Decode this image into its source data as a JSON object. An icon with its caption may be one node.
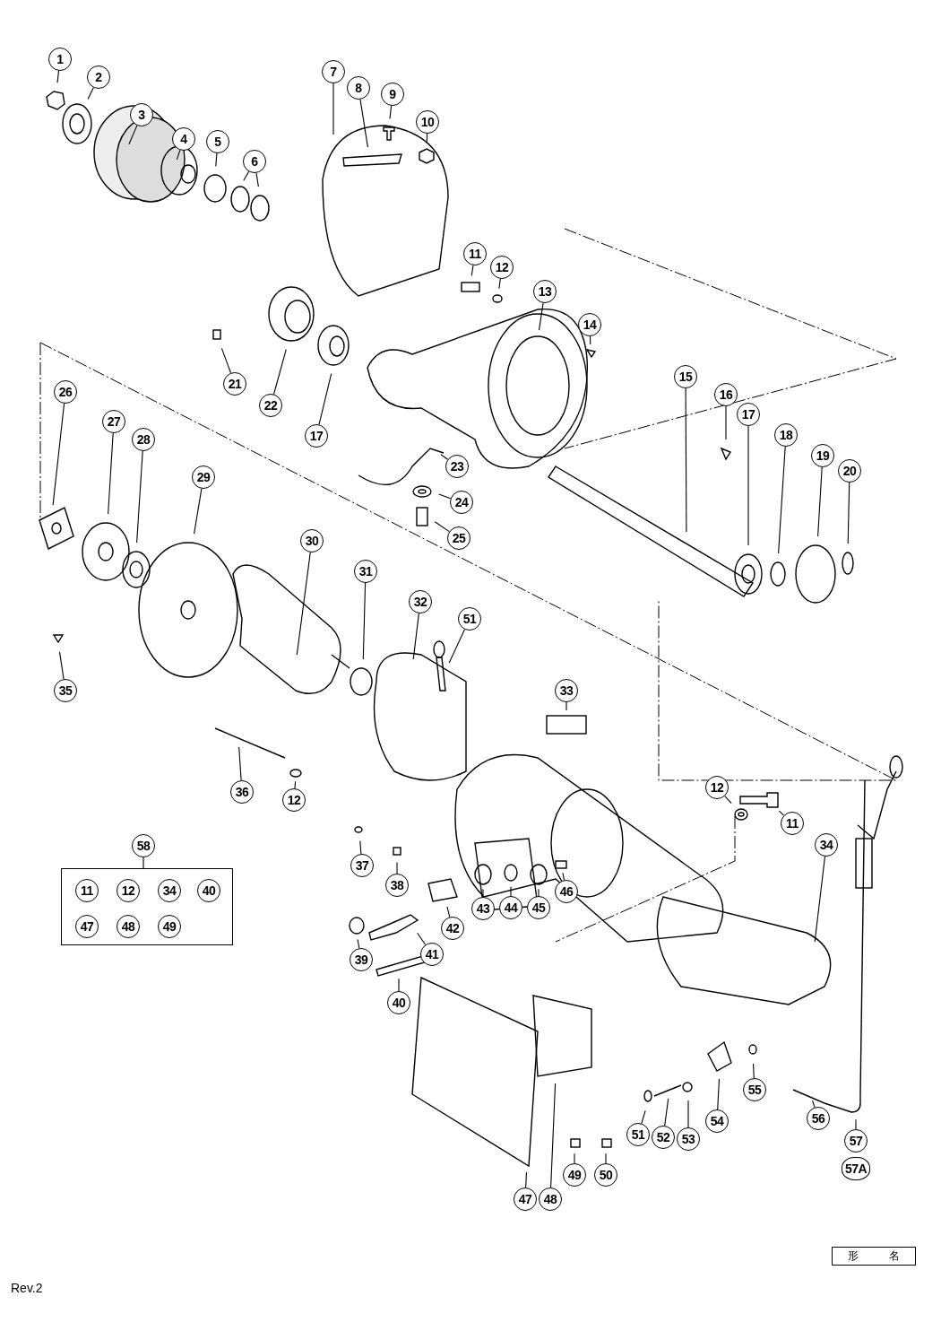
{
  "diagram": {
    "nodes": [
      {
        "text": [
          "1"
        ]
      },
      {
        "text": [
          "2"
        ]
      },
      {
        "text": [
          "3"
        ]
      },
      {
        "text": [
          "4"
        ]
      },
      {
        "text": [
          "5"
        ]
      },
      {
        "text": [
          "6"
        ]
      },
      {
        "text": [
          "7"
        ]
      },
      {
        "text": [
          "8"
        ]
      },
      {
        "text": [
          "9"
        ]
      },
      {
        "text": [
          "10"
        ]
      },
      {
        "text": [
          "11"
        ]
      },
      {
        "text": [
          "12"
        ]
      },
      {
        "text": [
          "13"
        ]
      },
      {
        "text": [
          "14"
        ]
      },
      {
        "text": [
          "15"
        ]
      },
      {
        "text": [
          "16"
        ]
      },
      {
        "text": [
          "17"
        ]
      },
      {
        "text": [
          "18"
        ]
      },
      {
        "text": [
          "19"
        ]
      },
      {
        "text": [
          "20"
        ]
      },
      {
        "text": [
          "21"
        ]
      },
      {
        "text": [
          "22"
        ]
      },
      {
        "text": [
          "17"
        ]
      },
      {
        "text": [
          "23"
        ]
      },
      {
        "text": [
          "24"
        ]
      },
      {
        "text": [
          "25"
        ]
      },
      {
        "text": [
          "26"
        ]
      },
      {
        "text": [
          "27"
        ]
      },
      {
        "text": [
          "28"
        ]
      },
      {
        "text": [
          "29"
        ]
      },
      {
        "text": [
          "30"
        ]
      },
      {
        "text": [
          "31"
        ]
      },
      {
        "text": [
          "32"
        ]
      },
      {
        "text": [
          "51"
        ]
      },
      {
        "text": [
          "33"
        ]
      },
      {
        "text": [
          "35"
        ]
      },
      {
        "text": [
          "36"
        ]
      },
      {
        "text": [
          "12"
        ]
      },
      {
        "text": [
          "37"
        ]
      },
      {
        "text": [
          "38"
        ]
      },
      {
        "text": [
          "12"
        ]
      },
      {
        "text": [
          "11"
        ]
      },
      {
        "text": [
          "34"
        ]
      },
      {
        "text": [
          "58"
        ]
      },
      {
        "text": [],
        "shape": "box"
      },
      {
        "text": [
          "11"
        ],
        "in": 44
      },
      {
        "text": [
          "12"
        ],
        "in": 44
      },
      {
        "text": [
          "34"
        ],
        "in": 44
      },
      {
        "text": [
          "40"
        ],
        "in": 44
      },
      {
        "text": [
          "47"
        ],
        "in": 44
      },
      {
        "text": [
          "48"
        ],
        "in": 44
      },
      {
        "text": [
          "49"
        ],
        "in": 44
      },
      {
        "text": [
          "39"
        ]
      },
      {
        "text": [
          "40"
        ]
      },
      {
        "text": [
          "41"
        ]
      },
      {
        "text": [
          "42"
        ]
      },
      {
        "text": [
          "43"
        ]
      },
      {
        "text": [
          "44"
        ]
      },
      {
        "text": [
          "45"
        ]
      },
      {
        "text": [
          "46"
        ]
      },
      {
        "text": [
          "47"
        ]
      },
      {
        "text": [
          "48"
        ]
      },
      {
        "text": [
          "49"
        ]
      },
      {
        "text": [
          "50"
        ]
      },
      {
        "text": [
          "51"
        ]
      },
      {
        "text": [
          "52"
        ]
      },
      {
        "text": [
          "53"
        ]
      },
      {
        "text": [
          "54"
        ]
      },
      {
        "text": [
          "55"
        ]
      },
      {
        "text": [
          "56"
        ]
      },
      {
        "text": [
          "57"
        ]
      },
      {
        "text": [
          "57A"
        ]
      }
    ],
    "edges": [
      {
        "from": 0,
        "to": null,
        "arrow": "none"
      },
      {
        "from": 1,
        "to": null,
        "arrow": "none"
      },
      {
        "from": 2,
        "to": null,
        "arrow": "none"
      },
      {
        "from": 3,
        "to": null,
        "arrow": "none"
      },
      {
        "from": 4,
        "to": null,
        "arrow": "none"
      },
      {
        "from": 5,
        "to": null,
        "arrow": "none"
      },
      {
        "from": 6,
        "to": null,
        "arrow": "none"
      },
      {
        "from": 7,
        "to": null,
        "arrow": "none"
      },
      {
        "from": 8,
        "to": null,
        "arrow": "none"
      },
      {
        "from": 9,
        "to": null,
        "arrow": "none"
      },
      {
        "from": 10,
        "to": null,
        "arrow": "none"
      },
      {
        "from": 11,
        "to": null,
        "arrow": "none"
      },
      {
        "from": 12,
        "to": null,
        "arrow": "none"
      },
      {
        "from": 13,
        "to": null,
        "arrow": "none"
      },
      {
        "from": 14,
        "to": null,
        "arrow": "none"
      },
      {
        "from": 15,
        "to": null,
        "arrow": "none"
      },
      {
        "from": 16,
        "to": null,
        "arrow": "none"
      },
      {
        "from": 17,
        "to": null,
        "arrow": "none"
      },
      {
        "from": 18,
        "to": null,
        "arrow": "none"
      },
      {
        "from": 19,
        "to": null,
        "arrow": "none"
      },
      {
        "from": 20,
        "to": null,
        "arrow": "none"
      },
      {
        "from": 21,
        "to": null,
        "arrow": "none"
      },
      {
        "from": 22,
        "to": null,
        "arrow": "none"
      },
      {
        "from": 23,
        "to": null,
        "arrow": "none"
      },
      {
        "from": 24,
        "to": null,
        "arrow": "none"
      },
      {
        "from": 25,
        "to": null,
        "arrow": "none"
      },
      {
        "from": 26,
        "to": null,
        "arrow": "none"
      },
      {
        "from": 27,
        "to": null,
        "arrow": "none"
      },
      {
        "from": 28,
        "to": null,
        "arrow": "none"
      },
      {
        "from": 29,
        "to": null,
        "arrow": "none"
      },
      {
        "from": 30,
        "to": null,
        "arrow": "none"
      },
      {
        "from": 31,
        "to": null,
        "arrow": "none"
      },
      {
        "from": 32,
        "to": null,
        "arrow": "none"
      },
      {
        "from": 33,
        "to": null,
        "arrow": "none"
      },
      {
        "from": 34,
        "to": null,
        "arrow": "none"
      },
      {
        "from": 35,
        "to": null,
        "arrow": "none"
      },
      {
        "from": 36,
        "to": null,
        "arrow": "none"
      },
      {
        "from": 37,
        "to": null,
        "arrow": "none"
      },
      {
        "from": 38,
        "to": null,
        "arrow": "none"
      },
      {
        "from": 39,
        "to": null,
        "arrow": "none"
      },
      {
        "from": 40,
        "to": null,
        "arrow": "none"
      },
      {
        "from": 41,
        "to": null,
        "arrow": "none"
      },
      {
        "from": 42,
        "to": null,
        "arrow": "none"
      },
      {
        "from": 43,
        "to": 44,
        "arrow": "none"
      },
      {
        "from": 52,
        "to": null,
        "arrow": "none"
      },
      {
        "from": 53,
        "to": null,
        "arrow": "none"
      },
      {
        "from": 54,
        "to": null,
        "arrow": "none"
      },
      {
        "from": 55,
        "to": null,
        "arrow": "none"
      },
      {
        "from": 56,
        "to": null,
        "arrow": "none"
      },
      {
        "from": 57,
        "to": null,
        "arrow": "none"
      },
      {
        "from": 58,
        "to": null,
        "arrow": "none"
      },
      {
        "from": 59,
        "to": null,
        "arrow": "none"
      },
      {
        "from": 60,
        "to": null,
        "arrow": "none"
      },
      {
        "from": 61,
        "to": null,
        "arrow": "none"
      },
      {
        "from": 62,
        "to": null,
        "arrow": "none"
      },
      {
        "from": 63,
        "to": null,
        "arrow": "none"
      },
      {
        "from": 64,
        "to": null,
        "arrow": "none"
      },
      {
        "from": 65,
        "to": null,
        "arrow": "none"
      },
      {
        "from": 66,
        "to": null,
        "arrow": "none"
      },
      {
        "from": 67,
        "to": null,
        "arrow": "none"
      },
      {
        "from": 68,
        "to": null,
        "arrow": "none"
      },
      {
        "from": 69,
        "to": null,
        "arrow": "none"
      },
      {
        "from": 70,
        "to": null,
        "arrow": "none"
      }
    ],
    "labels": [
      "形 名",
      "Rev.2"
    ]
  }
}
